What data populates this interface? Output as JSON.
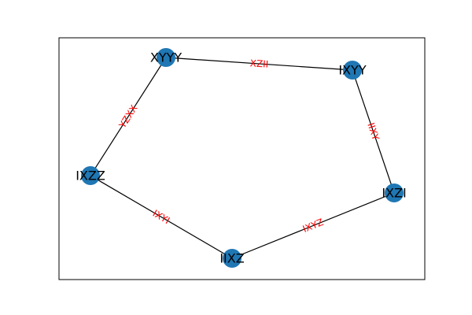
{
  "graph": {
    "colors": {
      "node_fill": "#1f77b4",
      "edge_stroke": "#000000",
      "edge_label": "#ff0000",
      "frame": "#000000"
    },
    "nodes": [
      {
        "id": "XYYY",
        "label": "XYYY"
      },
      {
        "id": "IXYY",
        "label": "IXYY"
      },
      {
        "id": "IXZI",
        "label": "IXZI"
      },
      {
        "id": "IIXZ",
        "label": "IIXZ"
      },
      {
        "id": "IXZZ",
        "label": "IXZZ"
      }
    ],
    "edges": [
      {
        "source": "XYYY",
        "target": "IXYY",
        "label": "XZII"
      },
      {
        "source": "IXYY",
        "target": "IXZI",
        "label": "IIXY"
      },
      {
        "source": "IXZI",
        "target": "IIXZ",
        "label": "IXYZ"
      },
      {
        "source": "IIXZ",
        "target": "IXZZ",
        "label": "IXYI"
      },
      {
        "source": "IXZZ",
        "target": "XYYY",
        "label": "YZXX"
      }
    ]
  }
}
